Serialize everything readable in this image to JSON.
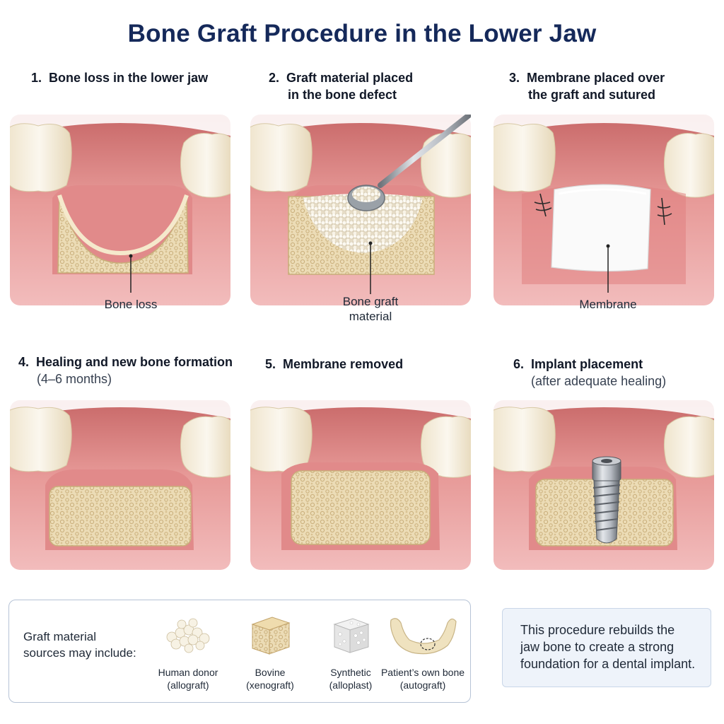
{
  "title": "Bone Graft Procedure in the Lower Jaw",
  "steps": [
    {
      "num": "1.",
      "title": "Bone loss in the lower jaw",
      "subtitle": "",
      "callout": "Bone loss"
    },
    {
      "num": "2.",
      "title": "Graft material placed in the bone defect",
      "title_line1": "Graft material placed",
      "title_line2": "in the bone defect",
      "subtitle": "",
      "callout_line1": "Bone graft",
      "callout_line2": "material"
    },
    {
      "num": "3.",
      "title": "Membrane placed over the graft and sutured",
      "title_line1": "Membrane placed over",
      "title_line2": "the graft and sutured",
      "subtitle": "",
      "callout": "Membrane"
    },
    {
      "num": "4.",
      "title": "Healing and new bone formation",
      "subtitle": "(4–6 months)"
    },
    {
      "num": "5.",
      "title": "Membrane removed",
      "subtitle": ""
    },
    {
      "num": "6.",
      "title": "Implant placement",
      "subtitle": "(after adequate healing)"
    }
  ],
  "sources": {
    "lead_line1": "Graft material",
    "lead_line2": "sources may include:",
    "items": [
      {
        "line1": "Human donor",
        "line2": "(allograft)",
        "icon": "granules-icon"
      },
      {
        "line1": "Bovine",
        "line2": "(xenograft)",
        "icon": "bone-block-icon"
      },
      {
        "line1": "Synthetic",
        "line2": "(alloplast)",
        "icon": "synthetic-block-icon"
      },
      {
        "line1": "Patient’s own bone",
        "line2": "(autograft)",
        "icon": "jaw-bone-icon"
      }
    ]
  },
  "note": {
    "line1": "This procedure rebuilds the",
    "line2": "jaw bone to create a strong",
    "line3": "foundation for a dental implant."
  },
  "colors": {
    "title": "#15295a",
    "gum": "#e48c8c",
    "bone": "#e9d7ae",
    "tooth": "#f6efe1"
  }
}
